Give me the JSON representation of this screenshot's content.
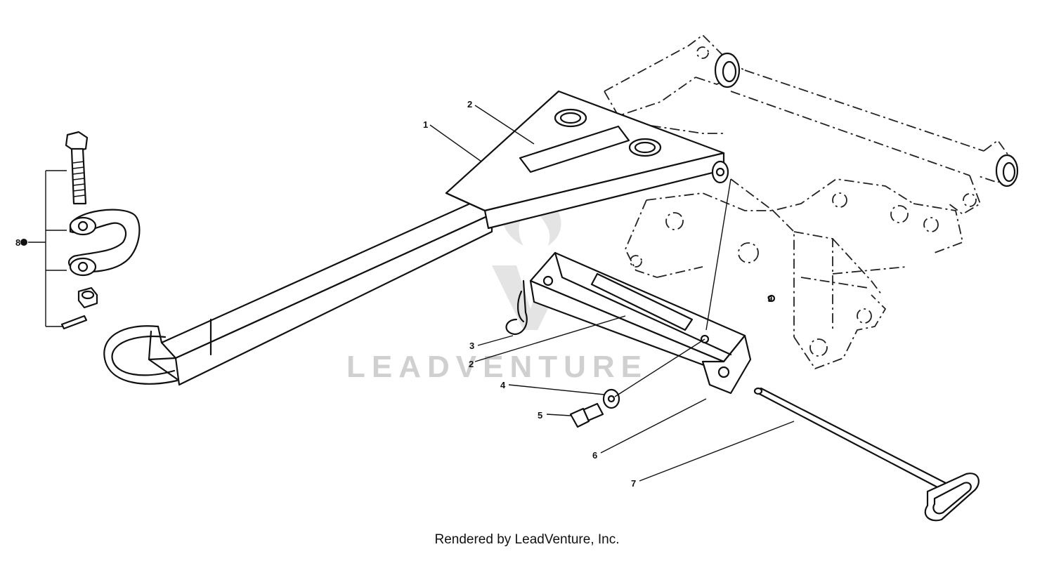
{
  "watermark": {
    "text": "LEADVENTURE"
  },
  "credit": "Rendered by LeadVenture, Inc.",
  "callouts": [
    {
      "id": "c1",
      "number": "1"
    },
    {
      "id": "c2a",
      "number": "2"
    },
    {
      "id": "c2b",
      "number": "2"
    },
    {
      "id": "c3",
      "number": "3"
    },
    {
      "id": "c4",
      "number": "4"
    },
    {
      "id": "c5",
      "number": "5"
    },
    {
      "id": "c6",
      "number": "6"
    },
    {
      "id": "c7",
      "number": "7"
    },
    {
      "id": "c8",
      "number": "8"
    },
    {
      "id": "c9",
      "number": "9"
    }
  ]
}
